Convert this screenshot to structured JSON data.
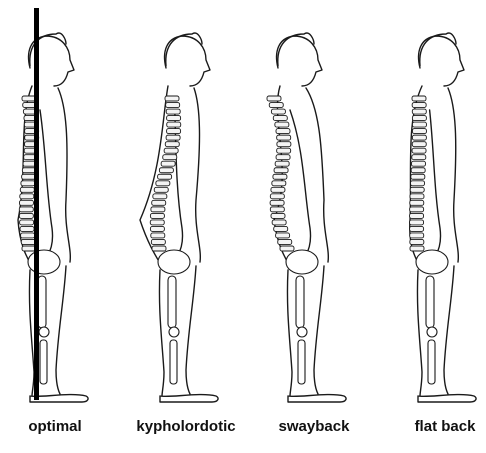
{
  "figures": [
    {
      "id": "optimal",
      "label": "optimal",
      "plumb_line": true
    },
    {
      "id": "kypholordotic",
      "label": "kypholordotic",
      "plumb_line": false
    },
    {
      "id": "swayback",
      "label": "swayback",
      "plumb_line": false
    },
    {
      "id": "flat-back",
      "label": "flat back",
      "plumb_line": false
    }
  ],
  "colors": {
    "line": "#1a1a1a",
    "plumb": "#000000",
    "background": "#ffffff"
  }
}
